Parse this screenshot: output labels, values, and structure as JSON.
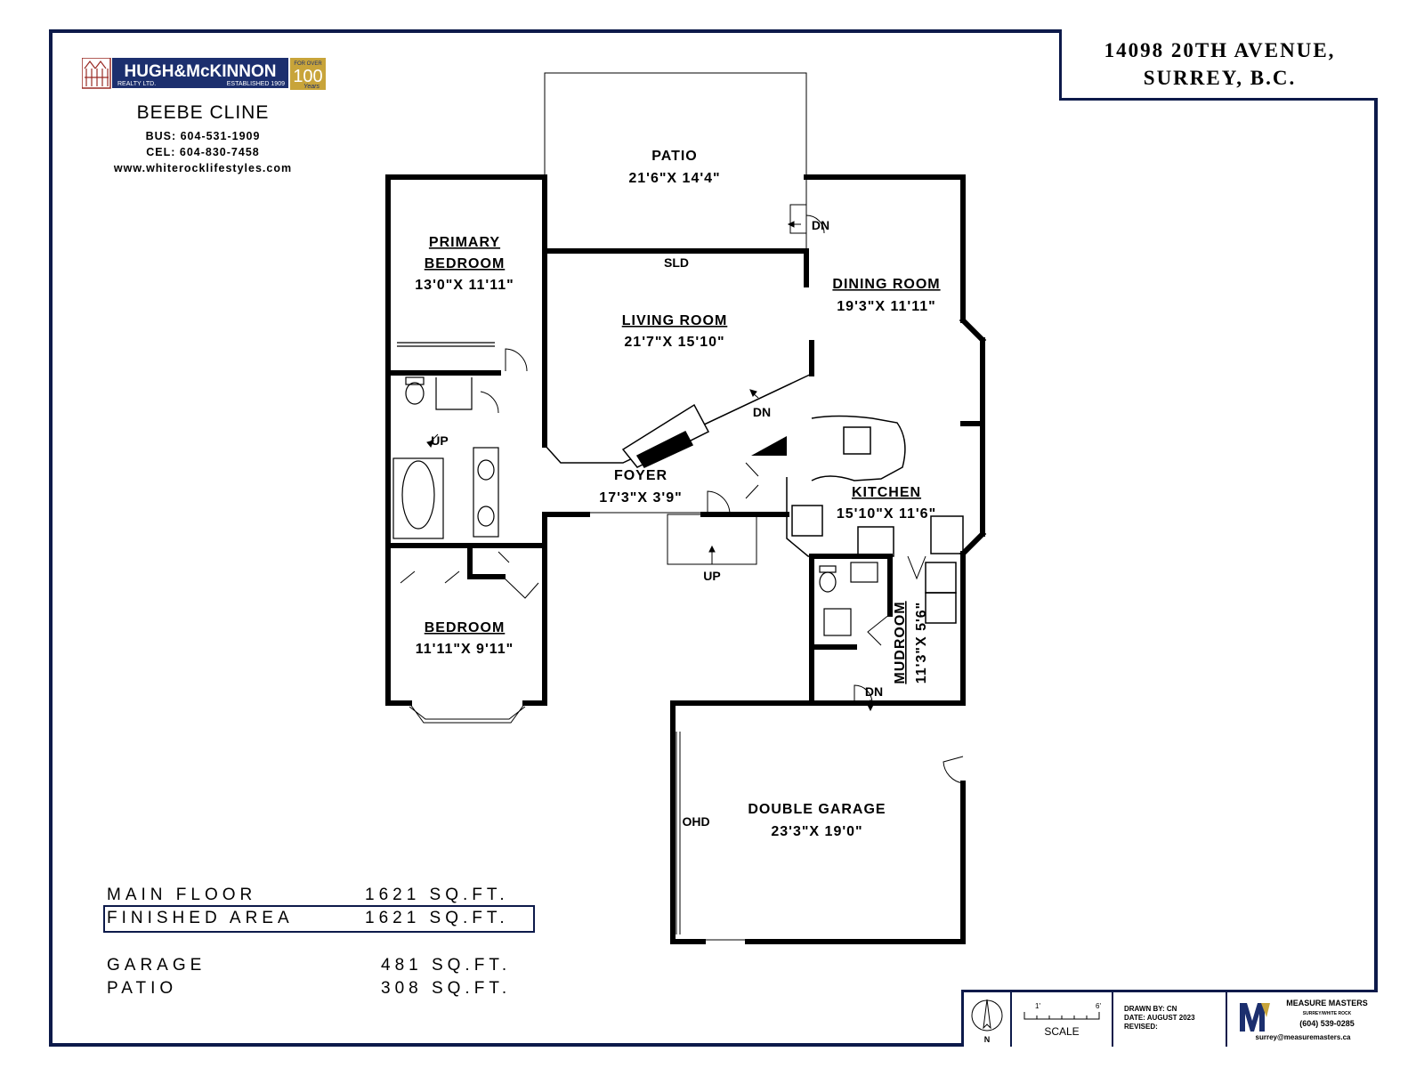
{
  "address": {
    "line1": "14098 20TH AVENUE,",
    "line2": "SURREY, B.C."
  },
  "brokerage": {
    "name": "HUGH&McKINNON",
    "sub_left": "REALTY LTD.",
    "sub_right": "ESTABLISHED 1909",
    "badge_top": "FOR OVER",
    "badge_num": "100",
    "badge_word": "Years"
  },
  "agent": {
    "name": "BEEBE CLINE",
    "bus": "BUS:  604-531-1909",
    "cel": "CEL:  604-830-7458",
    "web": "www.whiterocklifestyles.com"
  },
  "rooms": {
    "patio": {
      "name": "PATIO",
      "dims": "21'6\"X 14'4\""
    },
    "primary_bedroom": {
      "name1": "PRIMARY",
      "name2": "BEDROOM",
      "dims": "13'0\"X 11'11\""
    },
    "living_room": {
      "name": "LIVING ROOM",
      "dims": "21'7\"X 15'10\""
    },
    "dining_room": {
      "name": "DINING ROOM",
      "dims": "19'3\"X 11'11\""
    },
    "foyer": {
      "name": "FOYER",
      "dims": "17'3\"X 3'9\""
    },
    "kitchen": {
      "name": "KITCHEN",
      "dims": "15'10\"X 11'6\""
    },
    "bedroom": {
      "name": "BEDROOM",
      "dims": "11'11\"X 9'11\""
    },
    "mudroom": {
      "name": "MUDROOM",
      "dims": "11'3\"X 5'6\""
    },
    "double_garage": {
      "name": "DOUBLE GARAGE",
      "dims": "23'3\"X 19'0\""
    }
  },
  "labels": {
    "sld": "SLD",
    "dn_patio": "DN",
    "dn_living": "DN",
    "dn_mudroom": "DN",
    "up_bath": "UP",
    "up_foyer": "UP",
    "ohd": "OHD"
  },
  "areas": [
    {
      "label": "MAIN FLOOR",
      "value": "1621 SQ.FT."
    },
    {
      "label": "FINISHED AREA",
      "value": "1621 SQ.FT."
    },
    {
      "label": "GARAGE",
      "value": "481 SQ.FT."
    },
    {
      "label": "PATIO",
      "value": "308 SQ.FT."
    }
  ],
  "footer": {
    "north": "N",
    "scale_left": "1'",
    "scale_right": "6'",
    "scale_label": "SCALE",
    "drawn_by": "DRAWN BY: CN",
    "date": "DATE: AUGUST 2023",
    "revised": "REVISED:",
    "company": "MEASURE MASTERS",
    "company_sub": "SURREY/WHITE ROCK",
    "phone": "(604) 539-0285",
    "email": "surrey@measuremasters.ca"
  },
  "colors": {
    "frame": "#0d1a4a",
    "brand_blue": "#1c2f6e",
    "brand_red": "#9a2a24",
    "gold": "#c8a43a"
  }
}
